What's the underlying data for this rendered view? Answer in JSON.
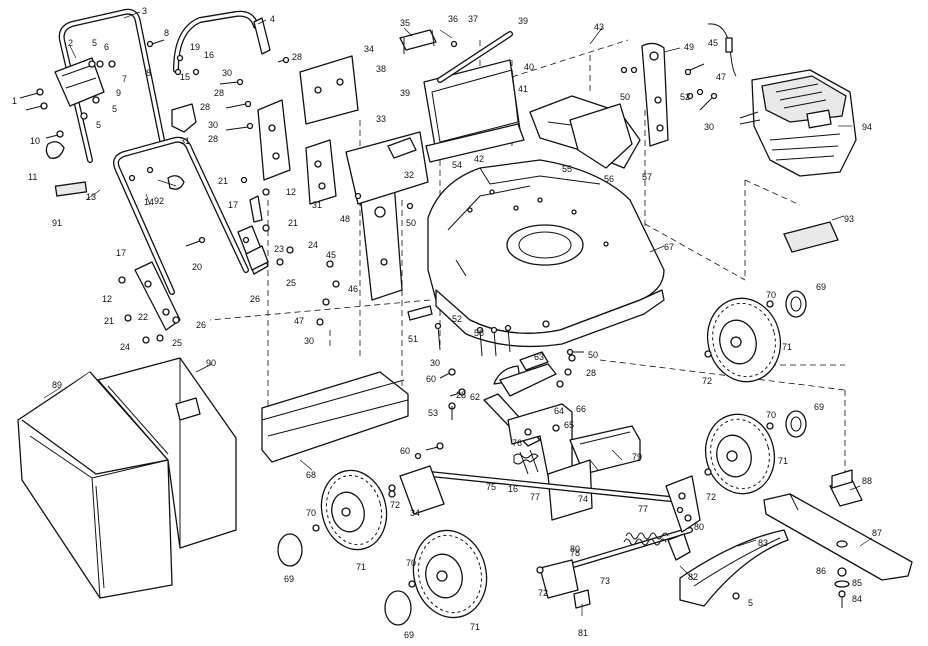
{
  "callouts": [
    {
      "id": "c1",
      "label": "1"
    },
    {
      "id": "c2",
      "label": "2"
    },
    {
      "id": "c3",
      "label": "3"
    },
    {
      "id": "c4",
      "label": "4"
    },
    {
      "id": "c5",
      "label": "5"
    },
    {
      "id": "c5b",
      "label": "5"
    },
    {
      "id": "c5c",
      "label": "5"
    },
    {
      "id": "c5d",
      "label": "5"
    },
    {
      "id": "c6",
      "label": "6"
    },
    {
      "id": "c7",
      "label": "7"
    },
    {
      "id": "c8",
      "label": "8"
    },
    {
      "id": "c8b",
      "label": "8"
    },
    {
      "id": "c9",
      "label": "9"
    },
    {
      "id": "c10",
      "label": "10"
    },
    {
      "id": "c11",
      "label": "11"
    },
    {
      "id": "c12",
      "label": "12"
    },
    {
      "id": "c12b",
      "label": "12"
    },
    {
      "id": "c13",
      "label": "13"
    },
    {
      "id": "c14",
      "label": "14"
    },
    {
      "id": "c15",
      "label": "15"
    },
    {
      "id": "c16",
      "label": "16"
    },
    {
      "id": "c16b",
      "label": "16"
    },
    {
      "id": "c17",
      "label": "17"
    },
    {
      "id": "c17b",
      "label": "17"
    },
    {
      "id": "c19",
      "label": "19"
    },
    {
      "id": "c20",
      "label": "20"
    },
    {
      "id": "c21",
      "label": "21"
    },
    {
      "id": "c21b",
      "label": "21"
    },
    {
      "id": "c21c",
      "label": "21"
    },
    {
      "id": "c22",
      "label": "22"
    },
    {
      "id": "c23",
      "label": "23"
    },
    {
      "id": "c24",
      "label": "24"
    },
    {
      "id": "c24b",
      "label": "24"
    },
    {
      "id": "c25",
      "label": "25"
    },
    {
      "id": "c25b",
      "label": "25"
    },
    {
      "id": "c26",
      "label": "26"
    },
    {
      "id": "c26b",
      "label": "26"
    },
    {
      "id": "c28",
      "label": "28"
    },
    {
      "id": "c28b",
      "label": "28"
    },
    {
      "id": "c28c",
      "label": "28"
    },
    {
      "id": "c28d",
      "label": "28"
    },
    {
      "id": "c28e",
      "label": "28"
    },
    {
      "id": "c28f",
      "label": "28"
    },
    {
      "id": "c30",
      "label": "30"
    },
    {
      "id": "c30b",
      "label": "30"
    },
    {
      "id": "c30c",
      "label": "30"
    },
    {
      "id": "c30d",
      "label": "30"
    },
    {
      "id": "c30e",
      "label": "30"
    },
    {
      "id": "c31",
      "label": "31"
    },
    {
      "id": "c31b",
      "label": "31"
    },
    {
      "id": "c32",
      "label": "32"
    },
    {
      "id": "c33",
      "label": "33"
    },
    {
      "id": "c34",
      "label": "34"
    },
    {
      "id": "c34b",
      "label": "34"
    },
    {
      "id": "c35",
      "label": "35"
    },
    {
      "id": "c36",
      "label": "36"
    },
    {
      "id": "c37",
      "label": "37"
    },
    {
      "id": "c38",
      "label": "38"
    },
    {
      "id": "c39",
      "label": "39"
    },
    {
      "id": "c39b",
      "label": "39"
    },
    {
      "id": "c40",
      "label": "40"
    },
    {
      "id": "c41",
      "label": "41"
    },
    {
      "id": "c42",
      "label": "42"
    },
    {
      "id": "c43",
      "label": "43"
    },
    {
      "id": "c45",
      "label": "45"
    },
    {
      "id": "c45b",
      "label": "45"
    },
    {
      "id": "c46",
      "label": "46"
    },
    {
      "id": "c47",
      "label": "47"
    },
    {
      "id": "c47b",
      "label": "47"
    },
    {
      "id": "c48",
      "label": "48"
    },
    {
      "id": "c49",
      "label": "49"
    },
    {
      "id": "c50",
      "label": "50"
    },
    {
      "id": "c50b",
      "label": "50"
    },
    {
      "id": "c50c",
      "label": "50"
    },
    {
      "id": "c51",
      "label": "51"
    },
    {
      "id": "c52",
      "label": "52"
    },
    {
      "id": "c52b",
      "label": "52"
    },
    {
      "id": "c53",
      "label": "53"
    },
    {
      "id": "c54",
      "label": "54"
    },
    {
      "id": "c55",
      "label": "55"
    },
    {
      "id": "c56",
      "label": "56"
    },
    {
      "id": "c57",
      "label": "57"
    },
    {
      "id": "c58",
      "label": "58"
    },
    {
      "id": "c60",
      "label": "60"
    },
    {
      "id": "c60b",
      "label": "60"
    },
    {
      "id": "c62",
      "label": "62"
    },
    {
      "id": "c63",
      "label": "63"
    },
    {
      "id": "c64",
      "label": "64"
    },
    {
      "id": "c65",
      "label": "65"
    },
    {
      "id": "c66",
      "label": "66"
    },
    {
      "id": "c67",
      "label": "67"
    },
    {
      "id": "c68",
      "label": "68"
    },
    {
      "id": "c69",
      "label": "69"
    },
    {
      "id": "c69b",
      "label": "69"
    },
    {
      "id": "c69c",
      "label": "69"
    },
    {
      "id": "c69d",
      "label": "69"
    },
    {
      "id": "c70",
      "label": "70"
    },
    {
      "id": "c70b",
      "label": "70"
    },
    {
      "id": "c70c",
      "label": "70"
    },
    {
      "id": "c70d",
      "label": "70"
    },
    {
      "id": "c71",
      "label": "71"
    },
    {
      "id": "c71b",
      "label": "71"
    },
    {
      "id": "c71c",
      "label": "71"
    },
    {
      "id": "c71d",
      "label": "71"
    },
    {
      "id": "c72",
      "label": "72"
    },
    {
      "id": "c72b",
      "label": "72"
    },
    {
      "id": "c72c",
      "label": "72"
    },
    {
      "id": "c72d",
      "label": "72"
    },
    {
      "id": "c73",
      "label": "73"
    },
    {
      "id": "c74",
      "label": "74"
    },
    {
      "id": "c75",
      "label": "75"
    },
    {
      "id": "c76",
      "label": "76"
    },
    {
      "id": "c77",
      "label": "77"
    },
    {
      "id": "c77b",
      "label": "77"
    },
    {
      "id": "c78",
      "label": "78"
    },
    {
      "id": "c79",
      "label": "79"
    },
    {
      "id": "c80",
      "label": "80"
    },
    {
      "id": "c80b",
      "label": "80"
    },
    {
      "id": "c81",
      "label": "81"
    },
    {
      "id": "c82",
      "label": "82"
    },
    {
      "id": "c83",
      "label": "83"
    },
    {
      "id": "c84",
      "label": "84"
    },
    {
      "id": "c85",
      "label": "85"
    },
    {
      "id": "c86",
      "label": "86"
    },
    {
      "id": "c87",
      "label": "87"
    },
    {
      "id": "c88",
      "label": "88"
    },
    {
      "id": "c89",
      "label": "89"
    },
    {
      "id": "c90",
      "label": "90"
    },
    {
      "id": "c91",
      "label": "91"
    },
    {
      "id": "c92",
      "label": "92"
    },
    {
      "id": "c93",
      "label": "93"
    },
    {
      "id": "c94",
      "label": "94"
    }
  ]
}
